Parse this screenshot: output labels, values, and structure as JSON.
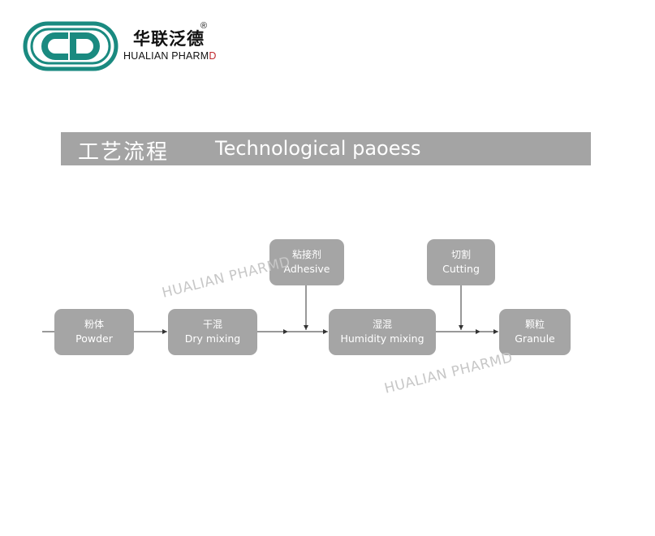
{
  "logo": {
    "brand_cn": "华联泛德",
    "brand_en_main": "HUALIAN PHARM",
    "brand_en_last": "D",
    "registered": "®",
    "colors": {
      "ring": "#1a8a80",
      "text": "#111111",
      "accent": "#c0282d"
    }
  },
  "banner": {
    "title_cn": "工艺流程",
    "title_en": "Technological paoess"
  },
  "nodes": {
    "powder": {
      "cn": "粉体",
      "en": "Powder"
    },
    "dry_mixing": {
      "cn": "干混",
      "en": "Dry mixing"
    },
    "adhesive": {
      "cn": "粘接剂",
      "en": "Adhesive"
    },
    "humidity_mixing": {
      "cn": "湿混",
      "en": "Humidity mixing"
    },
    "cutting": {
      "cn": "切割",
      "en": "Cutting"
    },
    "granule": {
      "cn": "颗粒",
      "en": "Granule"
    }
  },
  "watermarks": [
    "HUALIAN PHARMD",
    "HUALIAN PHARMD"
  ],
  "colors": {
    "node_fill": "#a5a5a5",
    "banner_fill": "#a4a4a4",
    "line": "#333333"
  }
}
